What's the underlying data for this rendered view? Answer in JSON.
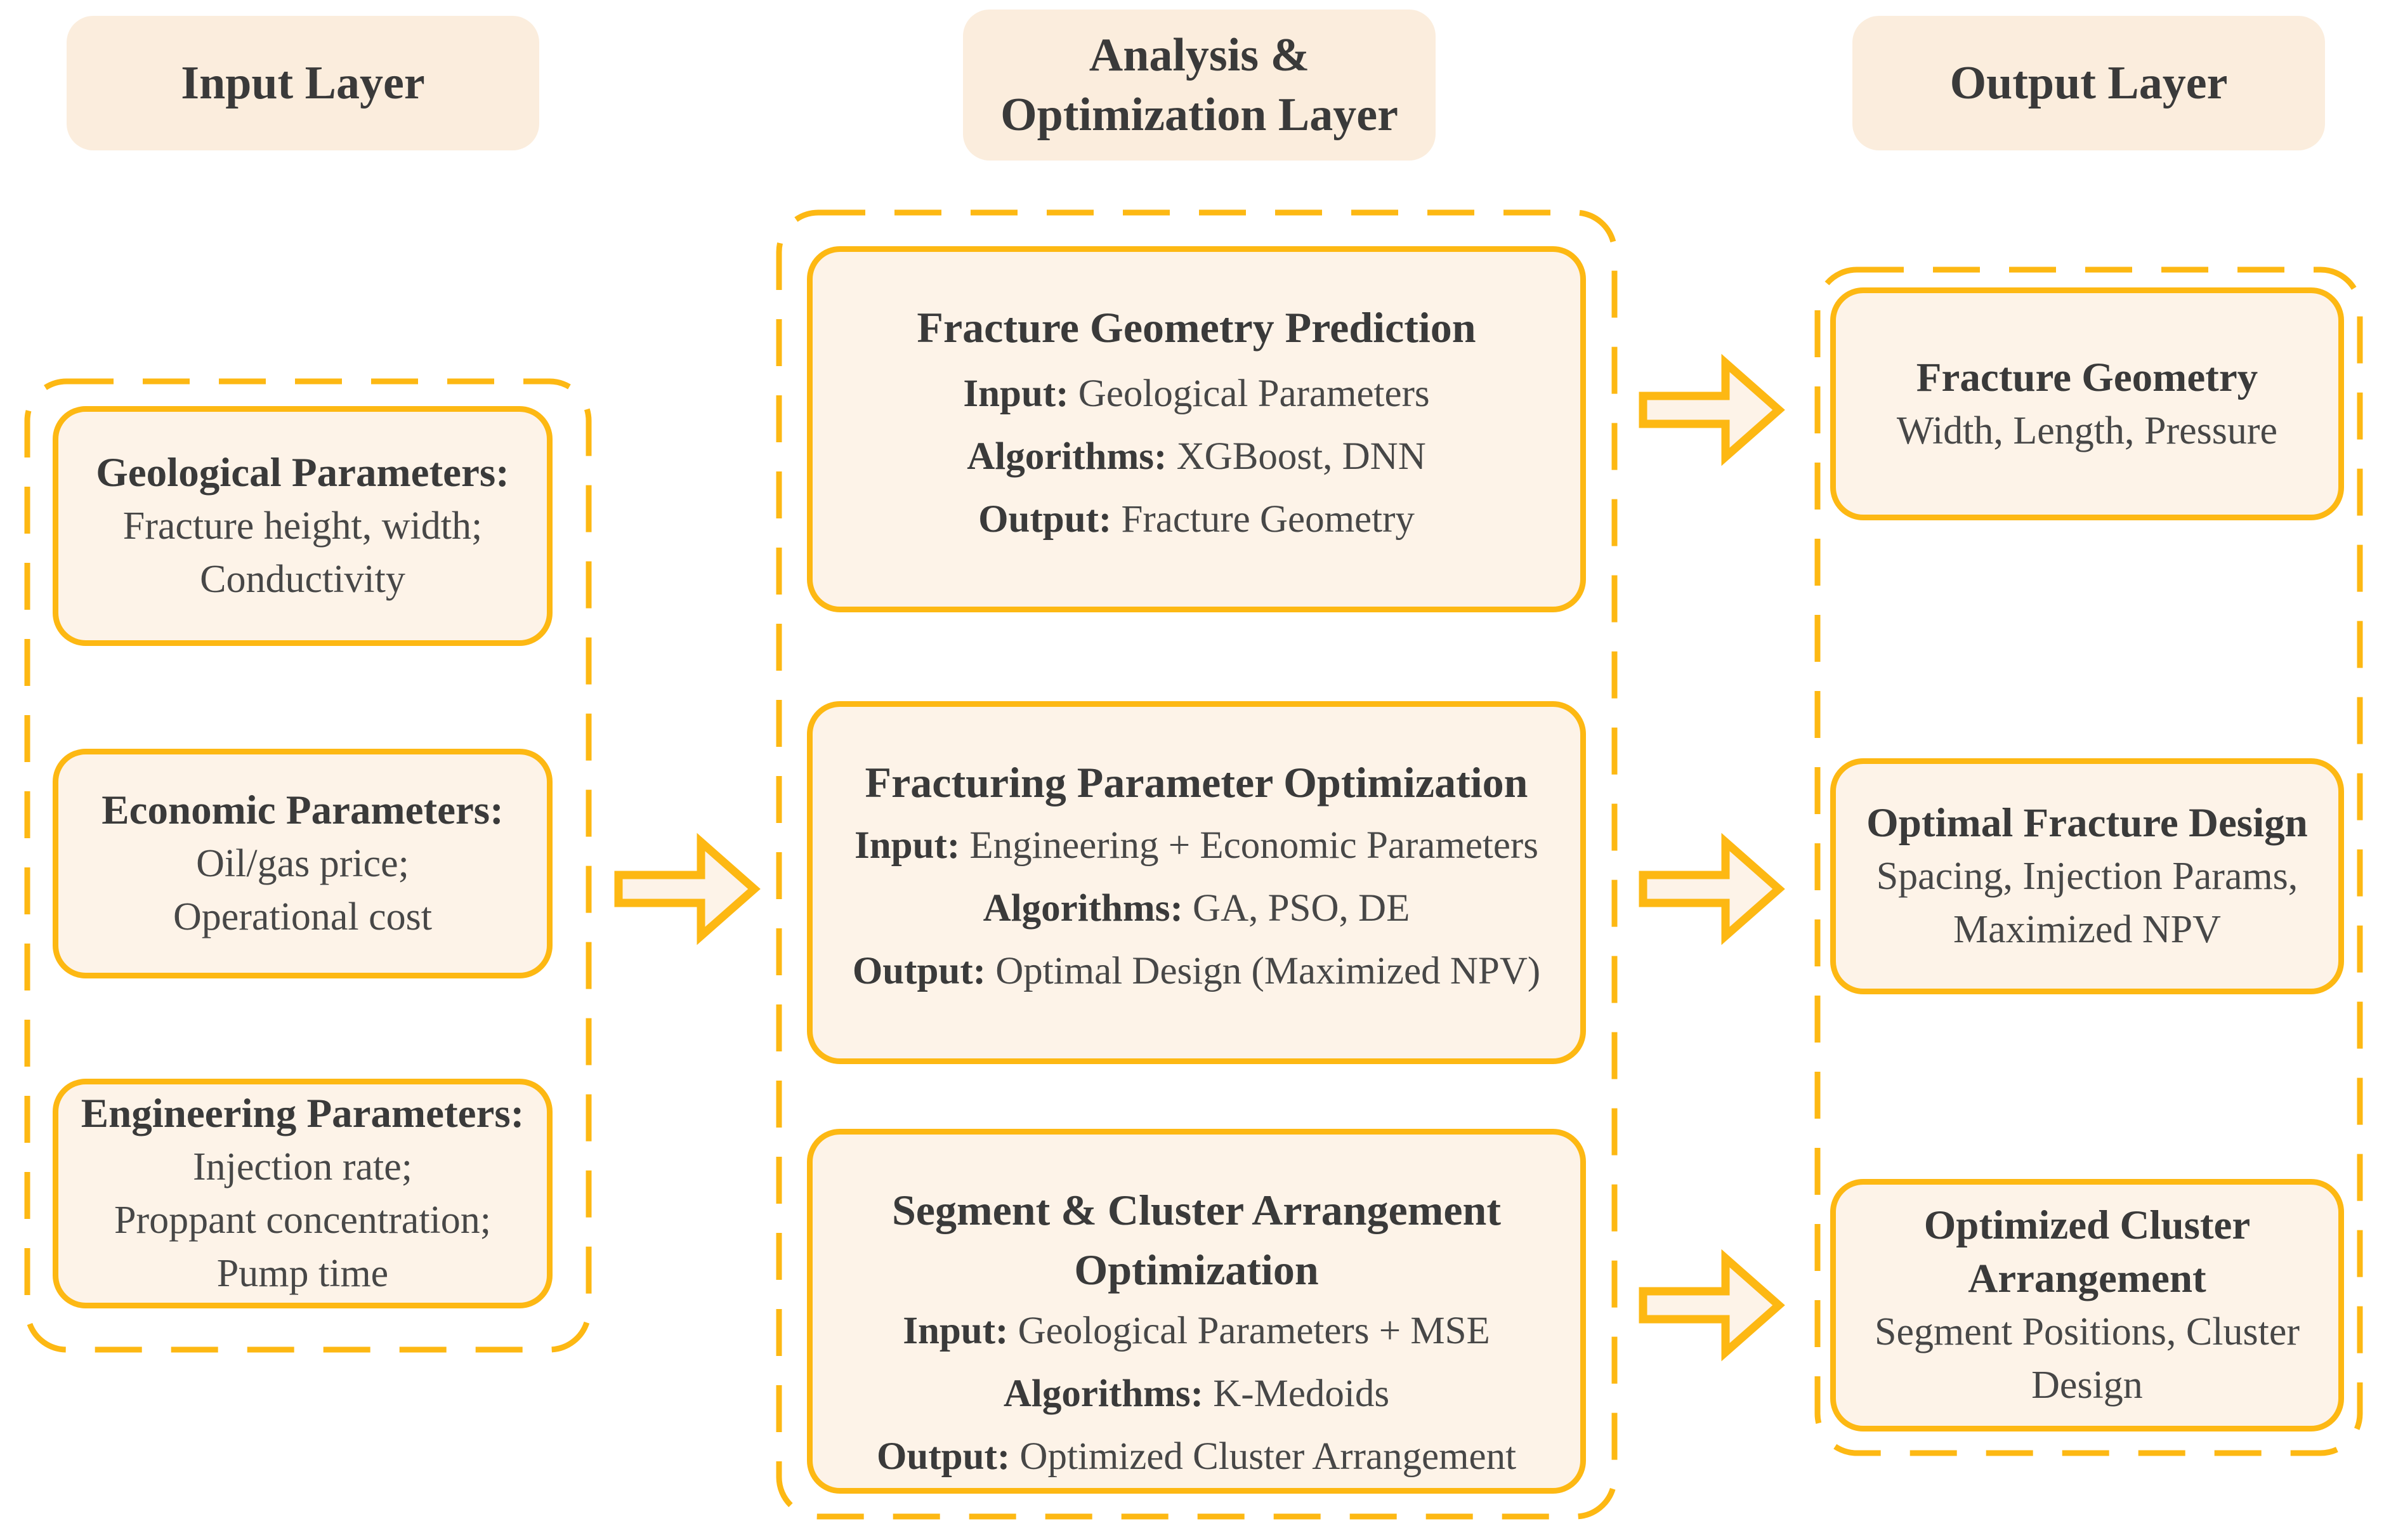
{
  "colors": {
    "gold_border": "#FDB813",
    "box_fill": "#FDF3E8",
    "header_fill": "#FBEDDD",
    "title_text": "#3A3A3A",
    "body_text": "#474747",
    "background": "#FFFFFF"
  },
  "headers": {
    "input": "Input Layer",
    "analysis": "Analysis &\nOptimization Layer",
    "output": "Output Layer"
  },
  "input_layer": {
    "boxes": [
      {
        "title": "Geological Parameters:",
        "body": "Fracture height, width;\nConductivity"
      },
      {
        "title": "Economic Parameters:",
        "body": "Oil/gas price;\nOperational cost"
      },
      {
        "title": "Engineering Parameters:",
        "body": "Injection rate;\nProppant concentration;\nPump time"
      }
    ]
  },
  "analysis_layer": {
    "boxes": [
      {
        "title": "Fracture Geometry Prediction",
        "input_label": "Input:",
        "input_value": "Geological Parameters",
        "algorithms_label": "Algorithms:",
        "algorithms_value": "XGBoost, DNN",
        "output_label": "Output:",
        "output_value": "Fracture Geometry"
      },
      {
        "title": "Fracturing Parameter Optimization",
        "input_label": "Input:",
        "input_value": "Engineering + Economic Parameters",
        "algorithms_label": "Algorithms:",
        "algorithms_value": "GA, PSO, DE",
        "output_label": "Output:",
        "output_value": "Optimal Design (Maximized NPV)"
      },
      {
        "title": "Segment & Cluster Arrangement\nOptimization",
        "input_label": "Input:",
        "input_value": "Geological Parameters + MSE",
        "algorithms_label": "Algorithms:",
        "algorithms_value": "K-Medoids",
        "output_label": "Output:",
        "output_value": "Optimized Cluster Arrangement"
      }
    ]
  },
  "output_layer": {
    "boxes": [
      {
        "title": "Fracture Geometry",
        "body": "Width, Length, Pressure"
      },
      {
        "title": "Optimal Fracture Design",
        "body": "Spacing, Injection Params,\nMaximized NPV"
      },
      {
        "title": "Optimized Cluster\nArrangement",
        "body": "Segment Positions, Cluster\nDesign"
      }
    ]
  }
}
